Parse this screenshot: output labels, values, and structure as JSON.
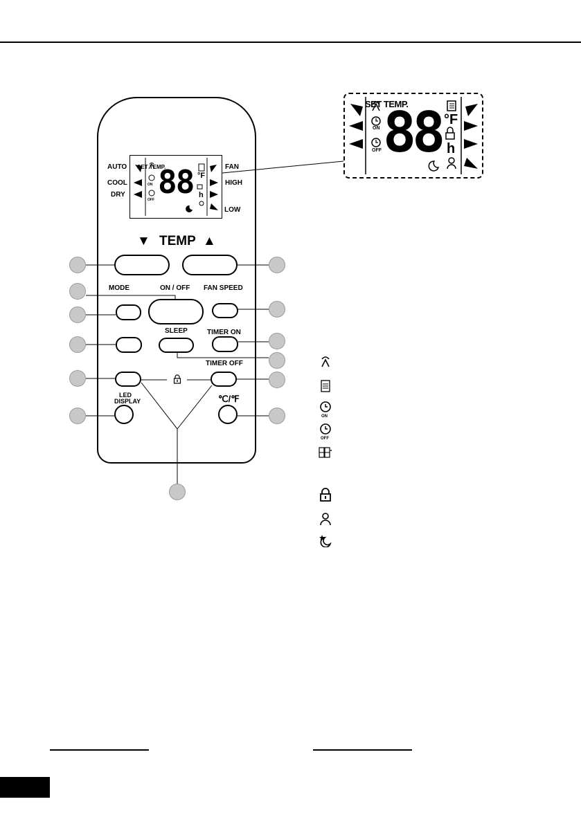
{
  "remote": {
    "lcd_small": {
      "set_temp": "SET TEMP.",
      "on": "ON",
      "off": "OFF",
      "digits": "88",
      "unit": "°F",
      "hour": "h",
      "modes_left": [
        "AUTO",
        "COOL",
        "DRY"
      ],
      "modes_right": [
        "FAN",
        "HIGH",
        "LOW"
      ]
    },
    "temp": {
      "down": "▼",
      "label": "TEMP",
      "up": "▲"
    },
    "buttons": {
      "mode": "MODE",
      "on_off": "ON / OFF",
      "fan_speed": "FAN SPEED",
      "sleep": "SLEEP",
      "timer_on": "TIMER ON",
      "timer_off": "TIMER OFF",
      "led_line1": "LED",
      "led_line2": "DISPLAY",
      "unit_toggle": "℃/℉",
      "lock_icon": "lock-icon"
    }
  },
  "lcd_zoom": {
    "set_temp": "SET TEMP.",
    "on": "ON",
    "off": "OFF",
    "digits": "88",
    "unit": "°F",
    "hour": "h"
  },
  "icon_key": {
    "items": [
      "signal-icon",
      "swing-icon",
      "timer-on-icon",
      "timer-off-icon",
      "temp-digits-icon",
      "lock-icon",
      "person-icon",
      "sleep-icon"
    ],
    "on": "ON",
    "off": "OFF"
  },
  "colors": {
    "callout_fill": "#c8c8c8",
    "ink": "#000000"
  }
}
